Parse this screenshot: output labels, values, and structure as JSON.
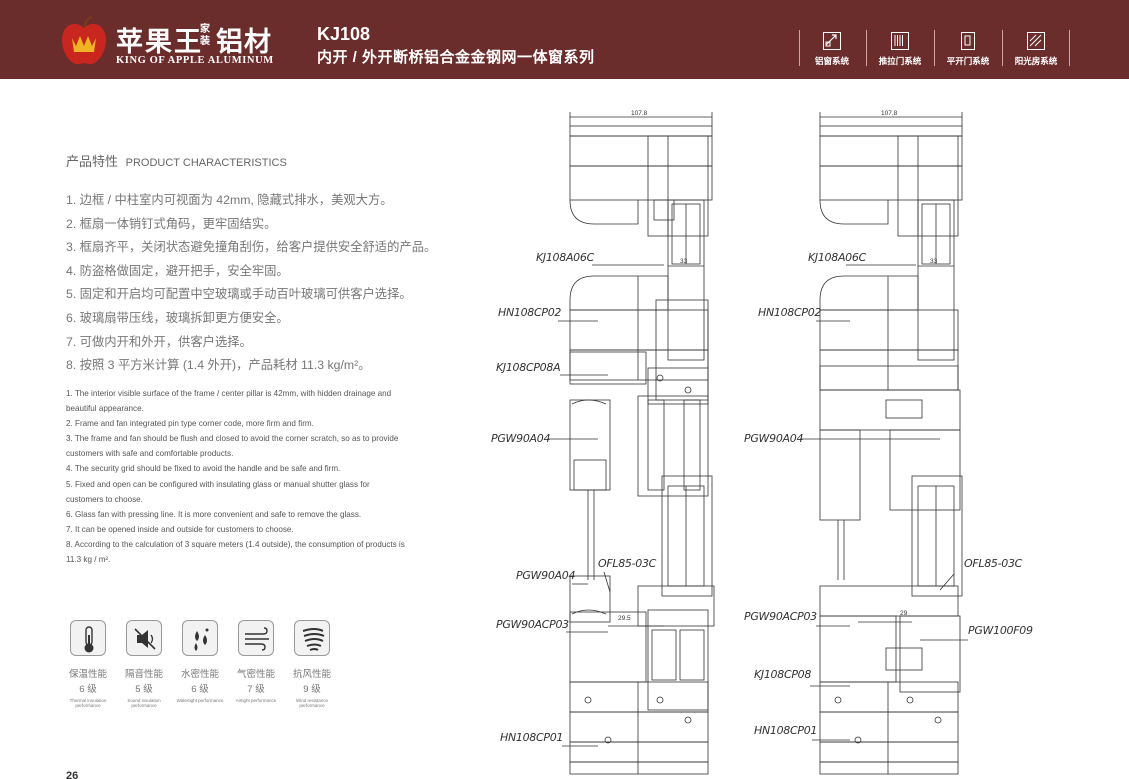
{
  "header": {
    "brand_cn_a": "苹果王",
    "brand_cn_small": "家装",
    "brand_cn_b": "铝材",
    "brand_en": "KING OF APPLE ALUMINUM",
    "model": "KJ108",
    "subtitle": "内开 / 外开断桥铝合金金钢网一体窗系列",
    "nav": [
      {
        "label": "铝窗系统",
        "icon": "window-icon"
      },
      {
        "label": "推拉门系统",
        "icon": "sliding-door-icon"
      },
      {
        "label": "平开门系统",
        "icon": "casement-door-icon"
      },
      {
        "label": "阳光房系统",
        "icon": "sunroom-icon"
      }
    ]
  },
  "characteristics": {
    "title_cn": "产品特性",
    "title_en": "PRODUCT CHARACTERISTICS",
    "cn_items": [
      "1. 边框 / 中柱室内可视面为 42mm, 隐藏式排水，美观大方。",
      "2. 框扇一体销钉式角码，更牢固结实。",
      "3. 框扇齐平，关闭状态避免撞角刮伤，给客户提供安全舒适的产品。",
      "4. 防盗格做固定，避开把手，安全牢固。",
      "5. 固定和开启均可配置中空玻璃或手动百叶玻璃可供客户选择。",
      "6. 玻璃扇带压线，玻璃拆卸更方便安全。",
      "7. 可做内开和外开，供客户选择。",
      "8. 按照 3 平方米计算 (1.4 外开)，产品耗材 11.3 kg/m²。"
    ],
    "en_lines": [
      "1. The interior visible surface of the frame / center pillar is 42mm, with hidden drainage and",
      "beautiful appearance.",
      "2. Frame and fan integrated pin type corner code, more firm and firm.",
      "3. The frame and fan should be flush and closed to avoid the corner scratch, so as to provide",
      "customers with safe and comfortable products.",
      "4. The security grid should be fixed to avoid the handle and be safe and firm.",
      "5. Fixed and open can be configured with insulating glass or manual shutter glass for",
      "customers to choose.",
      "6. Glass fan with pressing line. It is more convenient and safe to remove the glass.",
      "7. It can be opened inside and outside for customers to choose.",
      "8. According to the calculation of 3 square meters (1.4 outside), the consumption of products is",
      "11.3 kg / m²."
    ]
  },
  "performance": [
    {
      "name": "保温性能",
      "level": "6 级",
      "en": "Thermal insulation performance",
      "icon": "thermometer-icon"
    },
    {
      "name": "隔音性能",
      "level": "5 级",
      "en": "Sound insulation performance",
      "icon": "muted-speaker-icon"
    },
    {
      "name": "水密性能",
      "level": "6 级",
      "en": "Watertight performance",
      "icon": "water-drops-icon"
    },
    {
      "name": "气密性能",
      "level": "7 级",
      "en": "Airtight performance",
      "icon": "airflow-icon"
    },
    {
      "name": "抗风性能",
      "level": "9 级",
      "en": "Wind resistance performance",
      "icon": "wind-icon"
    }
  ],
  "drawing_left": {
    "dim_top": "107.8",
    "dim_33": "33",
    "dim_low": "29.5",
    "labels": [
      "KJ108A06C",
      "HN108CP02",
      "KJ108CP08A",
      "PGW90A04",
      "PGW90A04",
      "OFL85-03C",
      "PGW90ACP03",
      "HN108CP01"
    ]
  },
  "drawing_right": {
    "dim_top": "107.8",
    "dim_33": "33",
    "dim_low": "29",
    "labels": [
      "KJ108A06C",
      "HN108CP02",
      "PGW90A04",
      "OFL85-03C",
      "PGW90ACP03",
      "PGW100F09",
      "KJ108CP08",
      "HN108CP01"
    ]
  },
  "page_number": "26",
  "colors": {
    "header_bg": "#6b2d2c",
    "apple_red": "#c8261e",
    "crown_gold": "#f0b323"
  }
}
